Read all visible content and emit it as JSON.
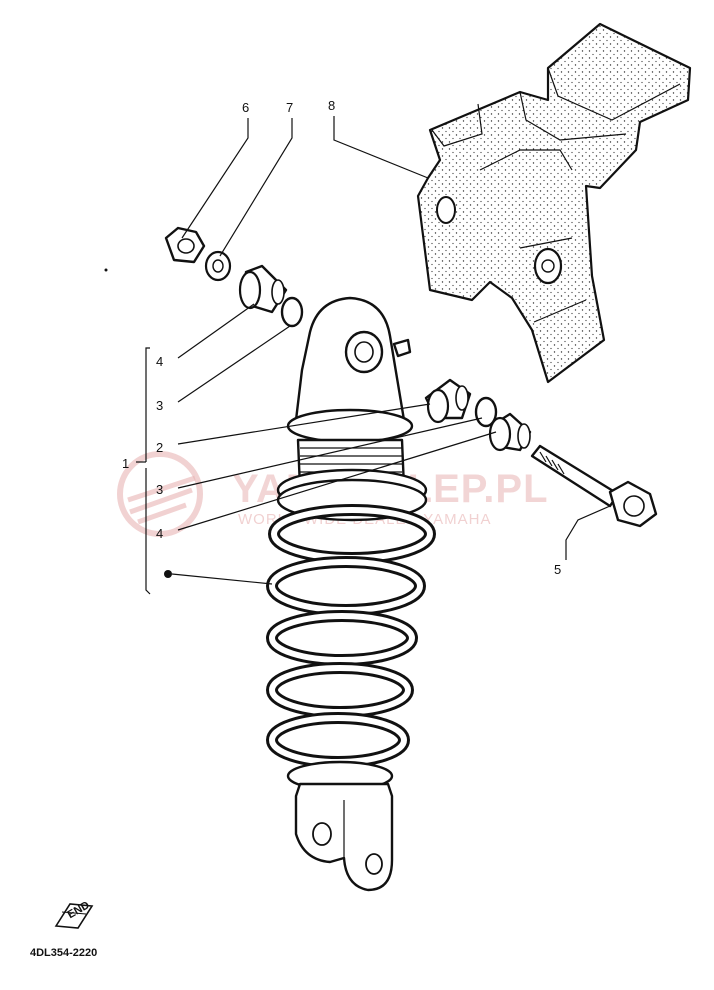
{
  "callouts": {
    "c6": "6",
    "c7": "7",
    "c8": "8",
    "c4a": "4",
    "c3a": "3",
    "c2": "2",
    "c1": "1",
    "c3b": "3",
    "c4b": "4",
    "c5": "5"
  },
  "diagram_code": "4DL354-2220",
  "end_mark": "END",
  "watermark": {
    "line1": "YAMASKLEP.PL",
    "line2": "WORLD WIDE DEALER YAMAHA"
  },
  "colors": {
    "ink": "#111111",
    "watermark": "#e8b4b4"
  }
}
